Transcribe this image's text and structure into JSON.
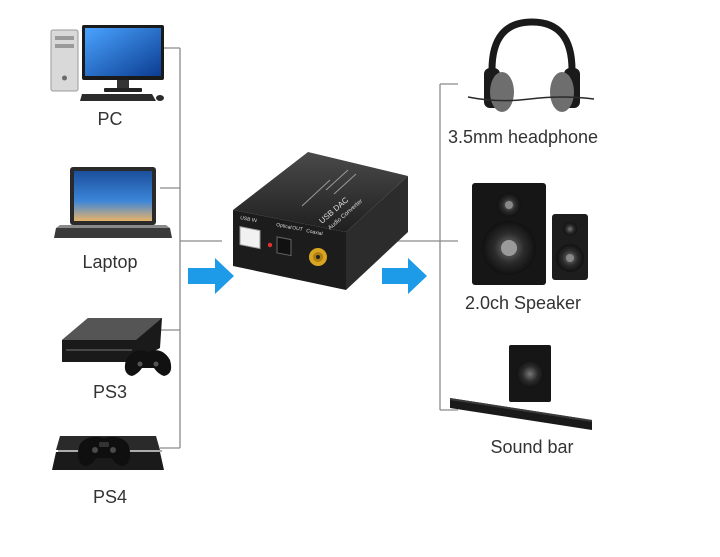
{
  "sources": [
    {
      "label": "PC",
      "icon": "desktop-pc-icon"
    },
    {
      "label": "Laptop",
      "icon": "laptop-icon"
    },
    {
      "label": "PS3",
      "icon": "ps3-console-icon"
    },
    {
      "label": "PS4",
      "icon": "ps4-console-icon"
    }
  ],
  "converter": {
    "icon": "usb-dac-converter-icon",
    "printed_text": [
      "USB DAC",
      "Audio Converter",
      "USB IN",
      "Optical",
      "Coaxial",
      "OUT"
    ]
  },
  "outputs": [
    {
      "label": "3.5mm headphone",
      "icon": "headphone-icon"
    },
    {
      "label": "2.0ch Speaker",
      "icon": "speaker-icon"
    },
    {
      "label": "Sound bar",
      "icon": "soundbar-icon"
    }
  ],
  "colors": {
    "arrow": "#1e9be8",
    "line": "#8a8a8a",
    "label": "#333333",
    "device_dark": "#2a2a2a",
    "screen_blue": "#1f6fd6",
    "rca_gold": "#d9a520"
  }
}
